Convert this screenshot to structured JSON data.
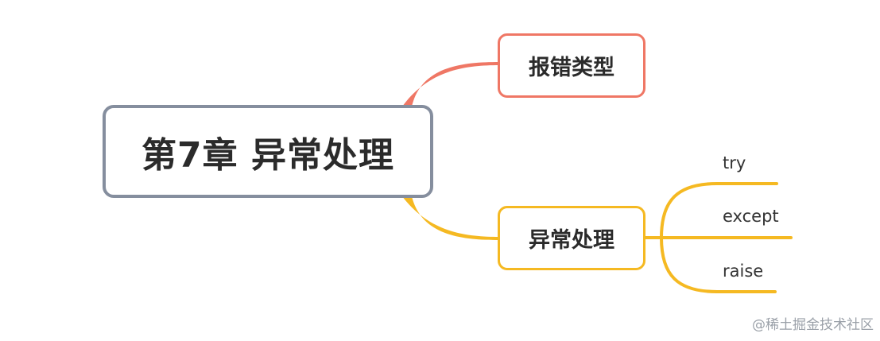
{
  "mindmap": {
    "root": {
      "label": "第7章 异常处理",
      "border_color": "#858e9e"
    },
    "topics": [
      {
        "label": "报错类型",
        "color": "#ef7765",
        "children": []
      },
      {
        "label": "异常处理",
        "color": "#f5b922",
        "children": [
          "try",
          "except",
          "raise"
        ]
      }
    ]
  },
  "watermark": "@稀土掘金技术社区"
}
